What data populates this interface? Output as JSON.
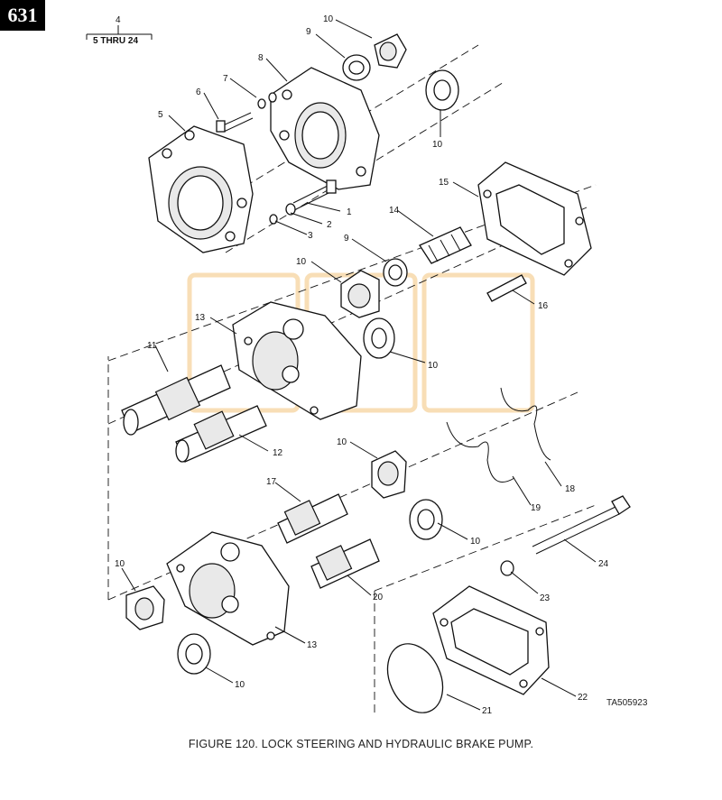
{
  "page_number": "631",
  "assembly_ref": {
    "top": "4",
    "bottom": "5 THRU 24"
  },
  "figure_caption": "FIGURE 120. LOCK STEERING AND HYDRAULIC BRAKE PUMP.",
  "plate_id": "TA505923",
  "callouts": [
    "10",
    "9",
    "8",
    "7",
    "6",
    "5",
    "10",
    "1",
    "2",
    "3",
    "15",
    "14",
    "9",
    "10",
    "16",
    "13",
    "11",
    "10",
    "12",
    "10",
    "17",
    "10",
    "18",
    "19",
    "24",
    "10",
    "20",
    "23",
    "13",
    "10",
    "22",
    "21"
  ]
}
